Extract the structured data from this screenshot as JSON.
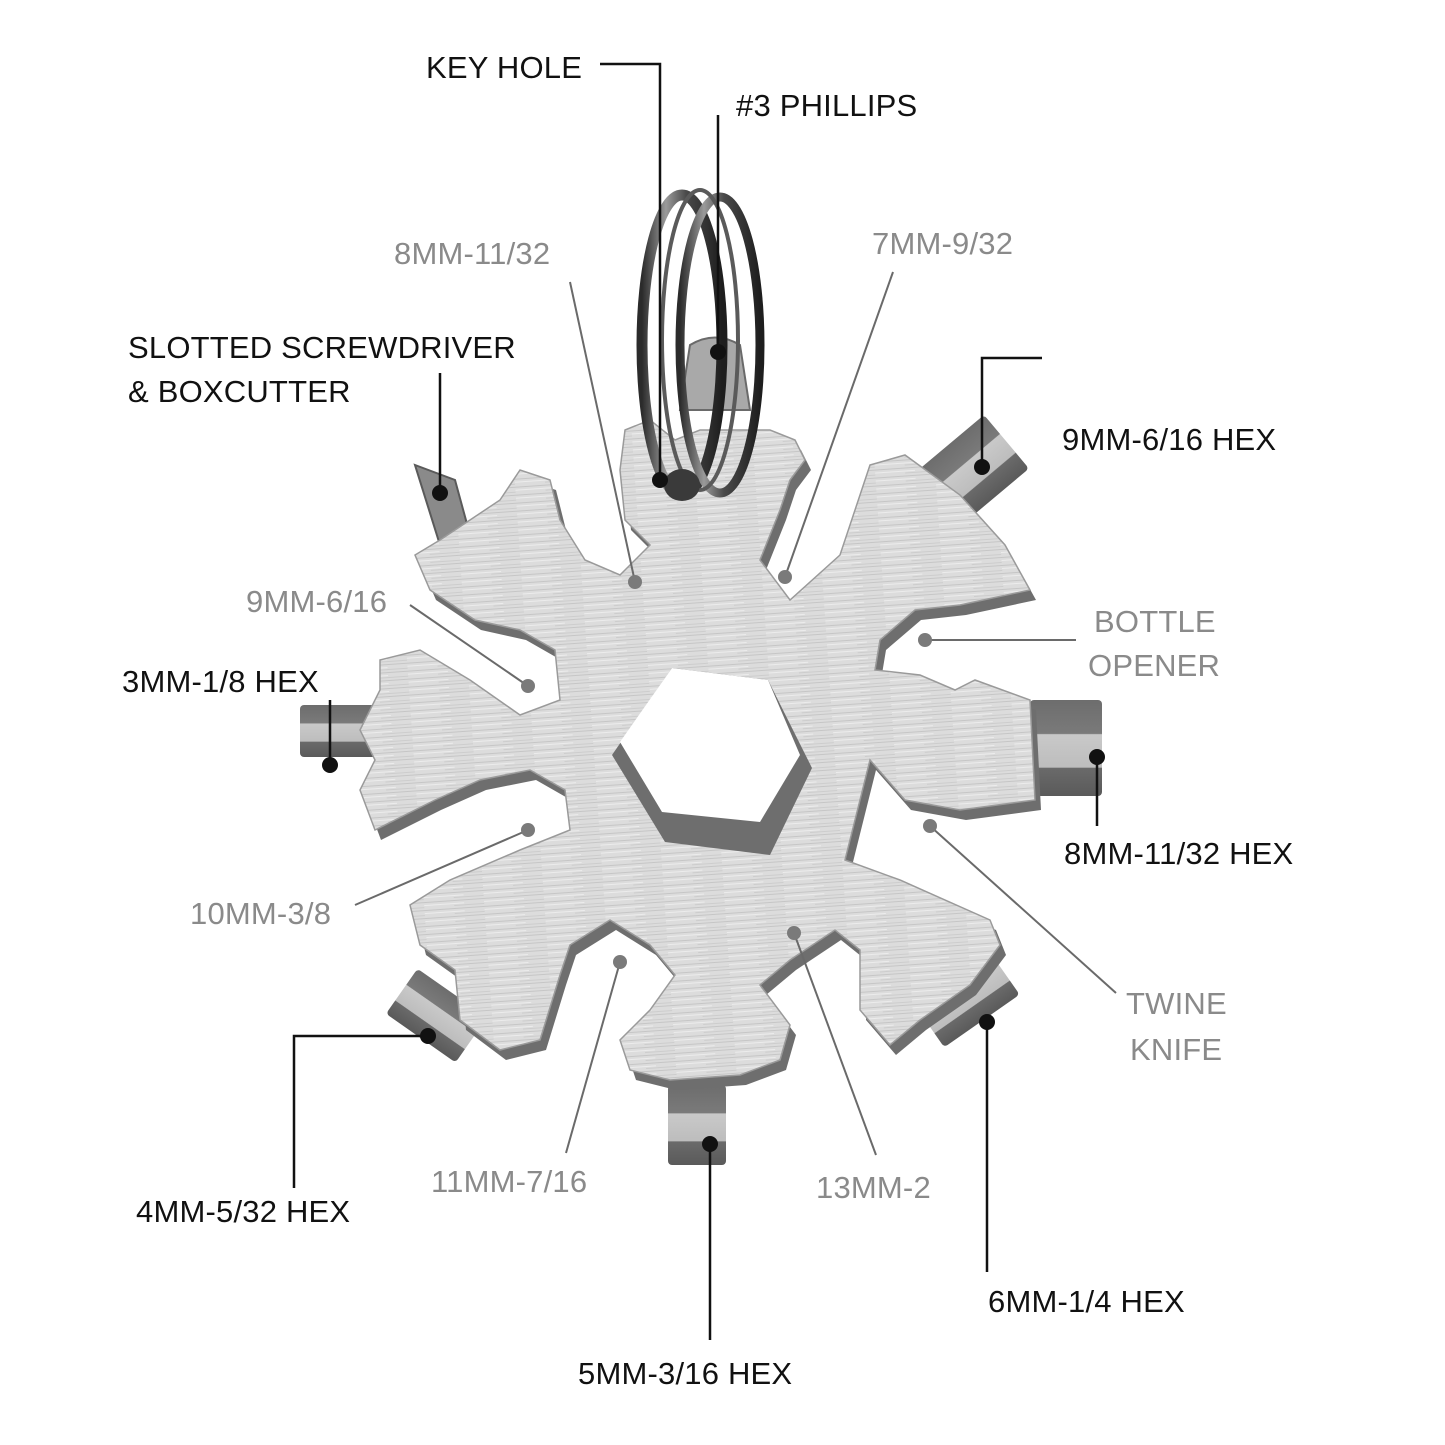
{
  "diagram": {
    "subject": "snowflake multi-tool",
    "colors": {
      "background": "#ffffff",
      "body_light": "#d9d9d9",
      "body_mid": "#bdbdbd",
      "edge_dark": "#6e6e6e",
      "ring_dark": "#3a3a3a",
      "dark_label": "#111111",
      "grey_label": "#8a8a8a",
      "leader_dark": "#111111",
      "leader_grey": "#6a6a6a"
    },
    "labels": {
      "key_hole": "KEY HOLE",
      "phillips": "#3 PHILLIPS",
      "wrench_8mm": "8MM-11/32",
      "wrench_7mm": "7MM-9/32",
      "slotted_line1": "SLOTTED SCREWDRIVER",
      "slotted_line2": "& BOXCUTTER",
      "hex_9mm": "9MM-6/16 HEX",
      "wrench_9mm": "9MM-6/16",
      "bottle_line1": "BOTTLE",
      "bottle_line2": "OPENER",
      "hex_3mm": "3MM-1/8 HEX",
      "hex_8mm": "8MM-11/32 HEX",
      "wrench_10mm": "10MM-3/8",
      "twine_line1": "TWINE",
      "twine_line2": "KNIFE",
      "wrench_11mm": "11MM-7/16",
      "wrench_13mm": "13MM-2",
      "hex_4mm": "4MM-5/32 HEX",
      "hex_5mm": "5MM-3/16 HEX",
      "hex_6mm": "6MM-1/4 HEX"
    }
  }
}
